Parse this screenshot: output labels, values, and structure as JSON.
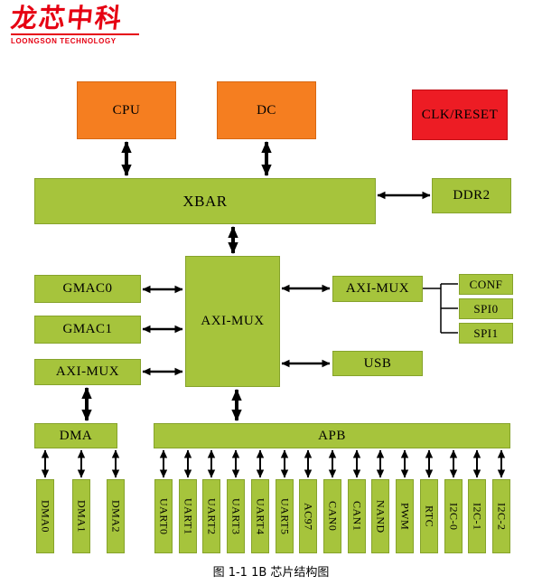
{
  "logo": {
    "title": "龙芯中科",
    "subtitle": "LOONGSON TECHNOLOGY"
  },
  "blocks": {
    "cpu": "CPU",
    "dc": "DC",
    "clk_reset": "CLK/RESET",
    "xbar": "XBAR",
    "ddr2": "DDR2",
    "gmac0": "GMAC0",
    "gmac1": "GMAC1",
    "axi_mux_left": "AXI-MUX",
    "axi_mux_center": "AXI-MUX",
    "axi_mux_right": "AXI-MUX",
    "usb": "USB",
    "conf": "CONF",
    "spi0": "SPI0",
    "spi1": "SPI1",
    "dma": "DMA",
    "apb": "APB"
  },
  "peripherals": {
    "dma_channels": [
      "DMA0",
      "DMA1",
      "DMA2"
    ],
    "apb_devices": [
      "UART0",
      "UART1",
      "UART2",
      "UART3",
      "UART4",
      "UART5",
      "AC97",
      "CAN0",
      "CAN1",
      "NAND",
      "PWM",
      "RTC",
      "I2C-0",
      "I2C-1",
      "I2C-2"
    ]
  },
  "caption": "图 1-1 1B 芯片结构图",
  "colors": {
    "block_green": "#a6c43c",
    "block_orange": "#f57e20",
    "block_red": "#ed1c24",
    "logo_red": "#e60012",
    "connector_black": "#000000"
  }
}
